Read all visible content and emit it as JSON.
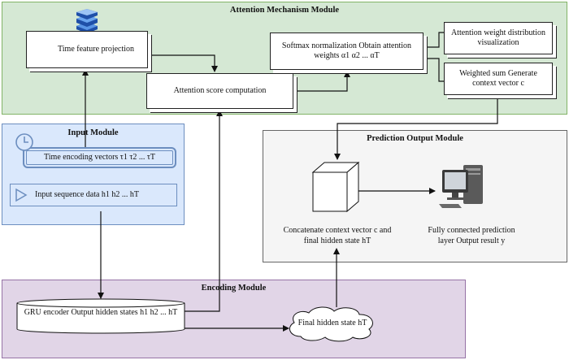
{
  "modules": {
    "attention": {
      "title": "Attention Mechanism Module"
    },
    "input": {
      "title": "Input Module"
    },
    "prediction": {
      "title": "Prediction Output Module"
    },
    "encoding": {
      "title": "Encoding Module"
    }
  },
  "nodes": {
    "time_feature": "Time feature projection",
    "attention_score": "Attention score computation",
    "softmax": "Softmax normalization Obtain attention weights α1 α2 ... αT",
    "attention_viz": "Attention weight distribution visualization",
    "weighted_sum": "Weighted sum Generate context vector c",
    "time_encoding": "Time encoding vectors τ1 τ2 ... τT",
    "input_sequence": "Input sequence data h1 h2 ... hT",
    "concatenate": "Concatenate context vector c and final hidden state hT",
    "fc_prediction": "Fully connected prediction layer Output result y",
    "gru_encoder": "GRU encoder Output hidden states h1 h2 ... hT",
    "final_hidden": "Final hidden state hT"
  },
  "colors": {
    "attention_bg": "#d5e8d4",
    "attention_border": "#82b366",
    "input_bg": "#dae8fc",
    "input_border": "#6c8ebf",
    "prediction_bg": "#f5f5f5",
    "prediction_border": "#666666",
    "encoding_bg": "#e1d5e7",
    "encoding_border": "#9673a6"
  },
  "icons": [
    "stacked-layers-icon",
    "clock-icon",
    "play-icon",
    "cube-icon",
    "computer-icon",
    "cloud-icon",
    "cylinder-icon"
  ]
}
